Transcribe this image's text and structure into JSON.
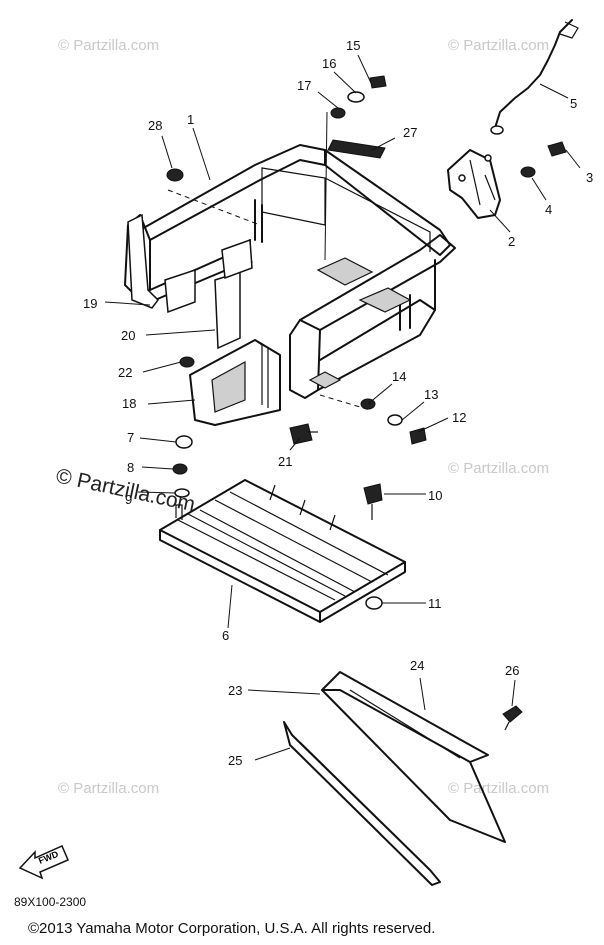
{
  "watermark": {
    "small": "© Partzilla.com",
    "big_line1": "© Partzilla.com"
  },
  "callouts": [
    {
      "n": "1"
    },
    {
      "n": "2"
    },
    {
      "n": "3"
    },
    {
      "n": "4"
    },
    {
      "n": "5"
    },
    {
      "n": "6"
    },
    {
      "n": "7"
    },
    {
      "n": "8"
    },
    {
      "n": "9"
    },
    {
      "n": "10"
    },
    {
      "n": "11"
    },
    {
      "n": "12"
    },
    {
      "n": "13"
    },
    {
      "n": "14"
    },
    {
      "n": "15"
    },
    {
      "n": "16"
    },
    {
      "n": "17"
    },
    {
      "n": "18"
    },
    {
      "n": "19"
    },
    {
      "n": "20"
    },
    {
      "n": "21"
    },
    {
      "n": "22"
    },
    {
      "n": "23"
    },
    {
      "n": "24"
    },
    {
      "n": "25"
    },
    {
      "n": "26"
    },
    {
      "n": "27"
    },
    {
      "n": "28"
    }
  ],
  "fwd_label": "FWD",
  "diagram_code": "89X100-2300",
  "copyright": "©2013  Yamaha Motor Corporation, U.S.A. All rights reserved."
}
